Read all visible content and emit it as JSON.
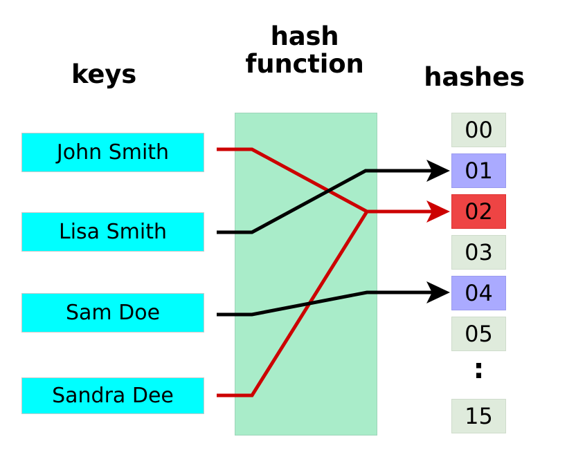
{
  "headings": {
    "keys": "keys",
    "hash_function": "hash\nfunction",
    "hashes": "hashes"
  },
  "keys": [
    {
      "label": "John Smith",
      "maps_to": "02",
      "link_color": "#cc0000"
    },
    {
      "label": "Lisa Smith",
      "maps_to": "01",
      "link_color": "#000000"
    },
    {
      "label": "Sam Doe",
      "maps_to": "04",
      "link_color": "#000000"
    },
    {
      "label": "Sandra Dee",
      "maps_to": "02",
      "link_color": "#cc0000"
    }
  ],
  "hash_slots": [
    {
      "value": "00",
      "state": "plain"
    },
    {
      "value": "01",
      "state": "hit"
    },
    {
      "value": "02",
      "state": "clash"
    },
    {
      "value": "03",
      "state": "plain"
    },
    {
      "value": "04",
      "state": "hit"
    },
    {
      "value": "05",
      "state": "plain"
    },
    {
      "value": "15",
      "state": "plain"
    }
  ],
  "ellipsis": ":",
  "colors": {
    "key_box": "#00ffff",
    "hash_panel": "#a9ecc9",
    "slot_empty": "#dfebdc",
    "slot_used": "#aaaaff",
    "slot_collision": "#ee4444",
    "arrow_normal": "#000000",
    "arrow_collision": "#cc0000"
  }
}
